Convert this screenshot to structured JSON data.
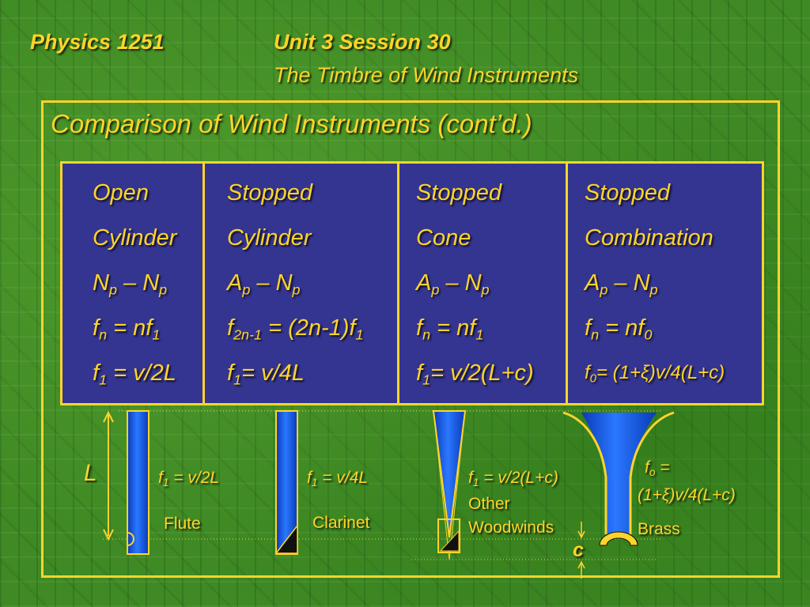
{
  "header": {
    "course": "Physics 1251",
    "unit": "Unit 3 Session 30",
    "subtitle": "The Timbre of  Wind Instruments"
  },
  "title": "Comparison of  Wind Instruments (cont’d.)",
  "table": {
    "columns": [
      {
        "name": "open-cylinder",
        "type_line1": "Open",
        "type_line2": "Cylinder",
        "nodes": [
          "N",
          "p",
          " – N",
          "p"
        ],
        "harmonics": [
          "f",
          "n",
          " = nf",
          "1"
        ],
        "fundamental": [
          "f",
          "1",
          " = v/2L"
        ]
      },
      {
        "name": "stopped-cylinder",
        "type_line1": "Stopped",
        "type_line2": "Cylinder",
        "nodes": [
          "A",
          "p",
          " – N",
          "p"
        ],
        "harmonics": [
          "f",
          "2n-1",
          " = (2n-1)f",
          "1"
        ],
        "fundamental": [
          "f",
          "1",
          "= v/4L"
        ]
      },
      {
        "name": "stopped-cone",
        "type_line1": "Stopped",
        "type_line2": "Cone",
        "nodes": [
          "A",
          "p",
          " – N",
          "p"
        ],
        "harmonics": [
          "f",
          "n",
          " = nf",
          "1"
        ],
        "fundamental": [
          "f",
          "1",
          "= v/2(L+c)"
        ]
      },
      {
        "name": "stopped-combination",
        "type_line1": "Stopped",
        "type_line2": "Combination",
        "nodes": [
          "A",
          "p",
          " – N",
          "p"
        ],
        "harmonics": [
          "f",
          "n",
          " = nf",
          "0"
        ],
        "fundamental": [
          "f",
          "0",
          "= (1+ξ)v/4(L+c)"
        ]
      }
    ]
  },
  "diagram": {
    "length_label": "L",
    "cone_extension_label": "c",
    "flute": {
      "name": "Flute",
      "formula": [
        "f",
        "1",
        " = v/2L"
      ]
    },
    "clarinet": {
      "name": "Clarinet",
      "formula": [
        "f",
        "1",
        " = v/4L"
      ]
    },
    "woodwinds": {
      "name_line1": "Other",
      "name_line2": "Woodwinds",
      "formula": [
        "f",
        "1",
        " = v/2(L+c)"
      ]
    },
    "brass": {
      "name": "Brass",
      "formula_line1": [
        "f",
        "o",
        " ="
      ],
      "formula_line2": "(1+ξ)v/4(L+c)"
    }
  },
  "colors": {
    "accent": "#ffd42a",
    "panel": "#343591",
    "tube": "#1456e6",
    "background": "#3f8a24"
  }
}
